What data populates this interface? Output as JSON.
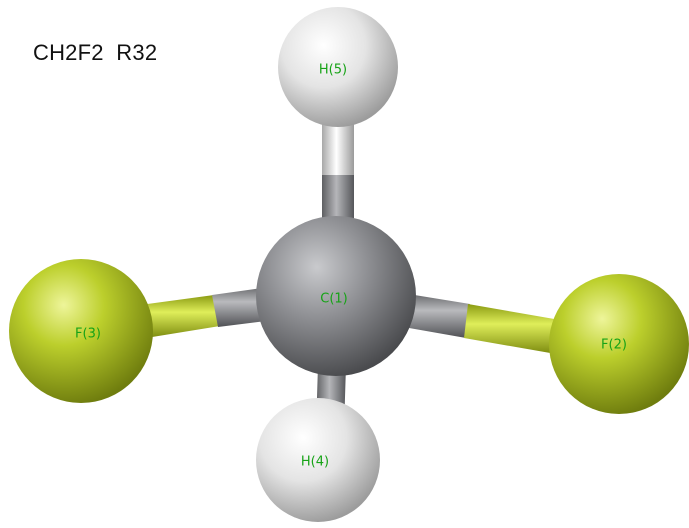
{
  "title": "CH2F2  R32",
  "atoms": {
    "carbon": {
      "label": "C(1)",
      "element": "C",
      "color": "#8e8f92"
    },
    "fluorine_right": {
      "label": "F(2)",
      "element": "F",
      "color": "#b7cc2a"
    },
    "fluorine_left": {
      "label": "F(3)",
      "element": "F",
      "color": "#b7cc2a"
    },
    "hydrogen_bottom": {
      "label": "H(4)",
      "element": "H",
      "color": "#e6e6e6"
    },
    "hydrogen_top": {
      "label": "H(5)",
      "element": "H",
      "color": "#e6e6e6"
    }
  },
  "label_color": "#17a317"
}
